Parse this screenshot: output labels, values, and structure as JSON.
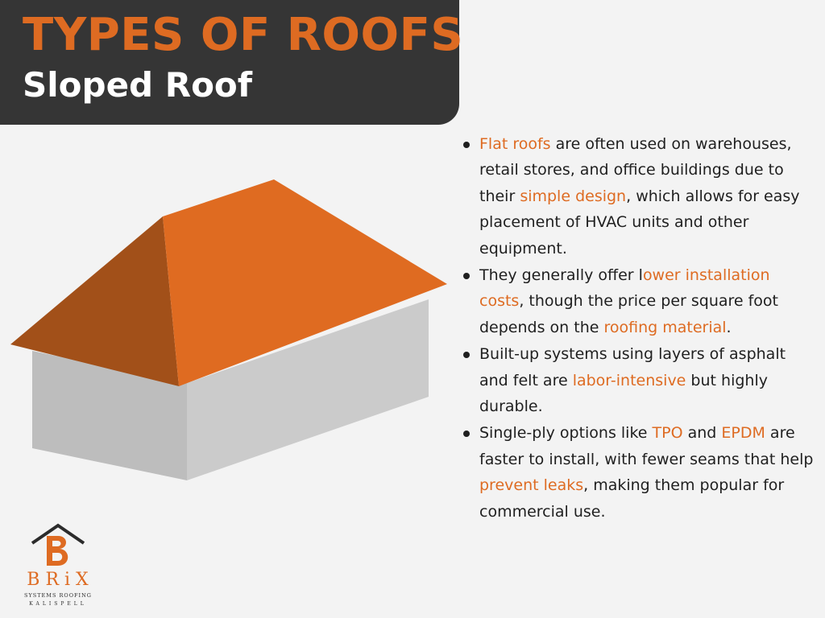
{
  "header": {
    "title": "TYPES OF ROOFS",
    "subtitle": "Sloped Roof"
  },
  "colors": {
    "accent": "#de6b22",
    "header_bg": "#353535",
    "page_bg": "#f3f3f3",
    "text": "#1f1f1f"
  },
  "illustration": {
    "icon": "hip-roof-house-icon"
  },
  "bullets": [
    {
      "segments": [
        {
          "text": "Flat roofs",
          "highlight": true
        },
        {
          "text": " are often used on warehouses, retail stores, and office buildings due to their ",
          "highlight": false
        },
        {
          "text": "simple design",
          "highlight": true
        },
        {
          "text": ", which allows for easy placement of HVAC units and other equipment.",
          "highlight": false
        }
      ]
    },
    {
      "segments": [
        {
          "text": " They generally offer l",
          "highlight": false
        },
        {
          "text": "ower installation costs",
          "highlight": true
        },
        {
          "text": ", though the price per square foot depends on the ",
          "highlight": false
        },
        {
          "text": "roofing material",
          "highlight": true
        },
        {
          "text": ".",
          "highlight": false
        }
      ]
    },
    {
      "segments": [
        {
          "text": "Built-up systems using layers of asphalt and felt are ",
          "highlight": false
        },
        {
          "text": "labor-intensive",
          "highlight": true
        },
        {
          "text": " but highly durable.",
          "highlight": false
        }
      ]
    },
    {
      "segments": [
        {
          "text": "Single-ply options like ",
          "highlight": false
        },
        {
          "text": "TPO",
          "highlight": true
        },
        {
          "text": " and ",
          "highlight": false
        },
        {
          "text": "EPDM",
          "highlight": true
        },
        {
          "text": " are faster to install, with fewer seams that help ",
          "highlight": false
        },
        {
          "text": "prevent leaks",
          "highlight": true
        },
        {
          "text": ", making them popular for commercial use.",
          "highlight": false
        }
      ]
    }
  ],
  "brand": {
    "logo_icon": "brix-house-b-logo-icon",
    "name": "BRiX",
    "tagline": "SYSTEMS ROOFING",
    "city": "KALISPELL"
  }
}
